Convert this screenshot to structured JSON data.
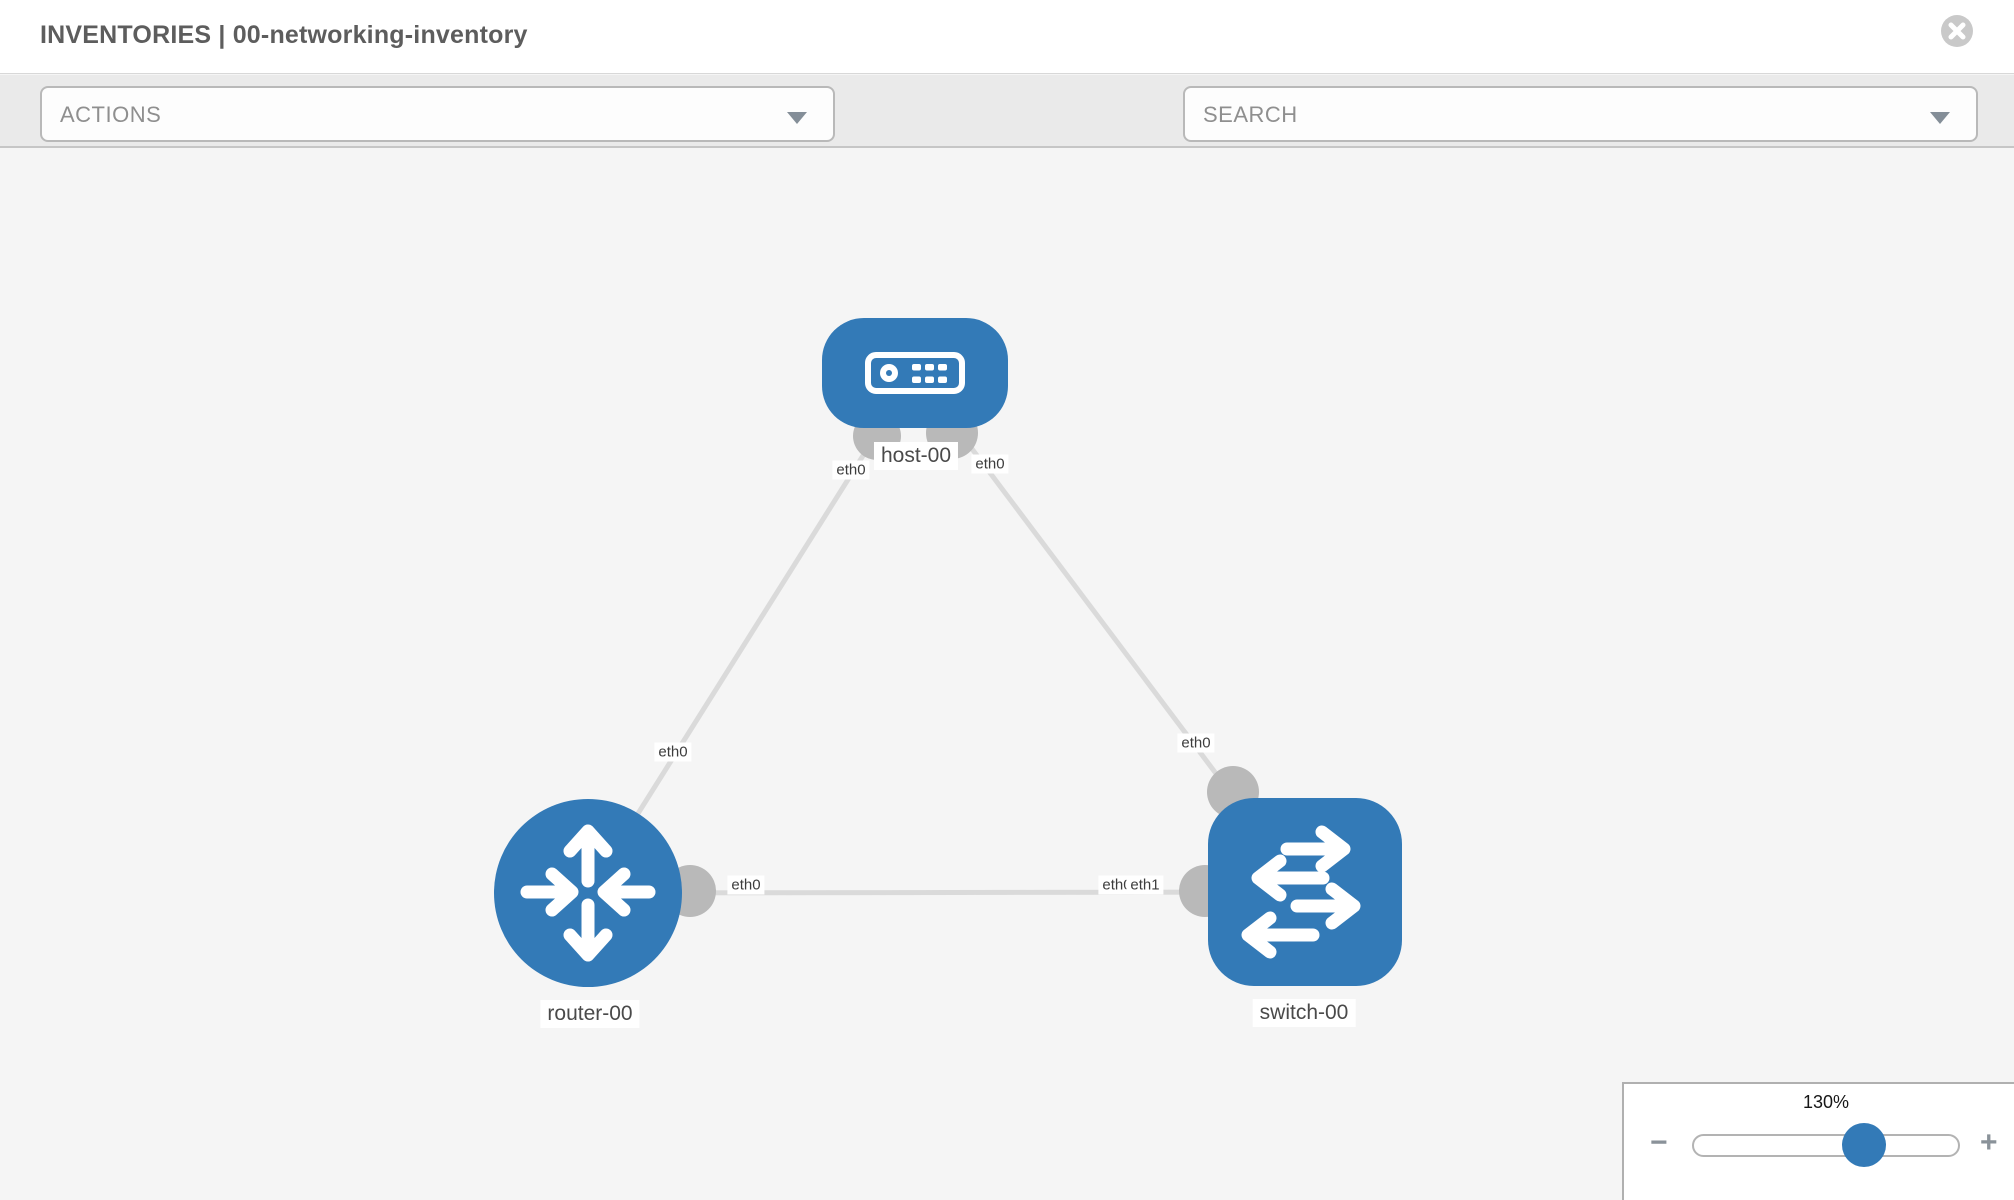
{
  "header": {
    "title": "INVENTORIES | 00-networking-inventory"
  },
  "toolbar": {
    "actions": {
      "label": "ACTIONS"
    },
    "search": {
      "placeholder": "SEARCH"
    },
    "icons": [
      "wrench-icon",
      "key-icon"
    ]
  },
  "topology": {
    "nodes": [
      {
        "id": "host-00",
        "type": "host",
        "label": "host-00"
      },
      {
        "id": "router-00",
        "type": "router",
        "label": "router-00"
      },
      {
        "id": "switch-00",
        "type": "switch",
        "label": "switch-00"
      }
    ],
    "links": [
      {
        "from": "host-00",
        "to": "router-00",
        "from_interface": "eth0",
        "to_interface": "eth0"
      },
      {
        "from": "host-00",
        "to": "switch-00",
        "from_interface": "eth0",
        "to_interface": "eth0"
      },
      {
        "from": "router-00",
        "to": "switch-00",
        "from_interface": "eth0",
        "to_interface": "eth1"
      }
    ],
    "switch_overlap_label": "eth0"
  },
  "zoom_control": {
    "level": "130%",
    "minus": "−",
    "plus": "+"
  },
  "colors": {
    "node_blue": "#337ab7",
    "link_gray": "#dadada",
    "port_gray": "#b9b9b9",
    "close_gray": "#c9c9c9",
    "tool_icon_gray": "#8a929b"
  }
}
